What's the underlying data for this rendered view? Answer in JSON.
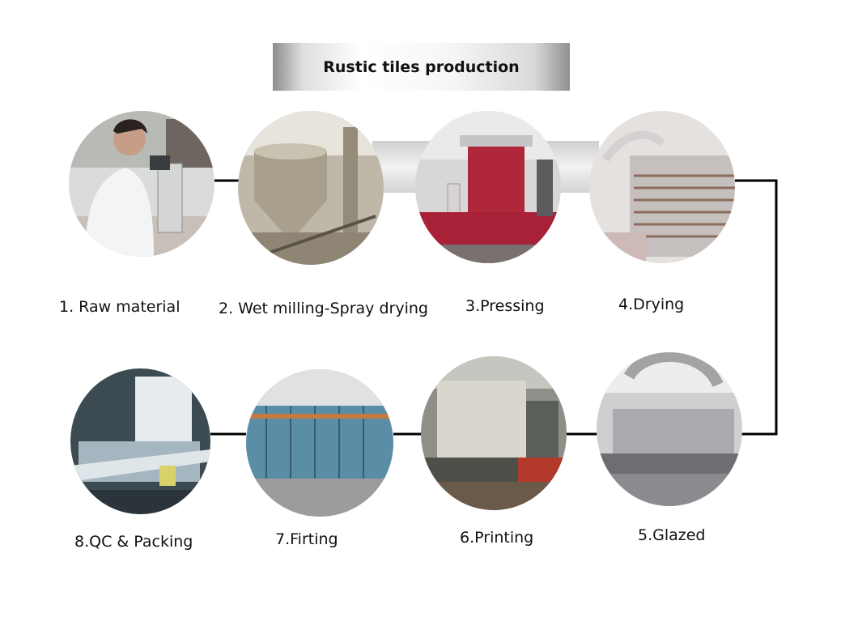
{
  "title": "Rustic tiles production",
  "steps": [
    {
      "label": "1. Raw material",
      "photo": "lab-technician-microscope-photo"
    },
    {
      "label": "2. Wet milling-Spray drying",
      "photo": "spray-dryer-silo-photo"
    },
    {
      "label": "3.Pressing",
      "photo": "press-machine-photo"
    },
    {
      "label": "4.Drying",
      "photo": "vertical-dryer-photo"
    },
    {
      "label": "5.Glazed",
      "photo": "glazing-line-photo"
    },
    {
      "label": "6.Printing",
      "photo": "digital-printer-photo"
    },
    {
      "label": "7.Firting",
      "photo": "roller-kiln-photo"
    },
    {
      "label": "8.QC & Packing",
      "photo": "sorting-packing-line-photo"
    }
  ],
  "colors": {
    "line": "#000000",
    "label_text": "#111111"
  }
}
